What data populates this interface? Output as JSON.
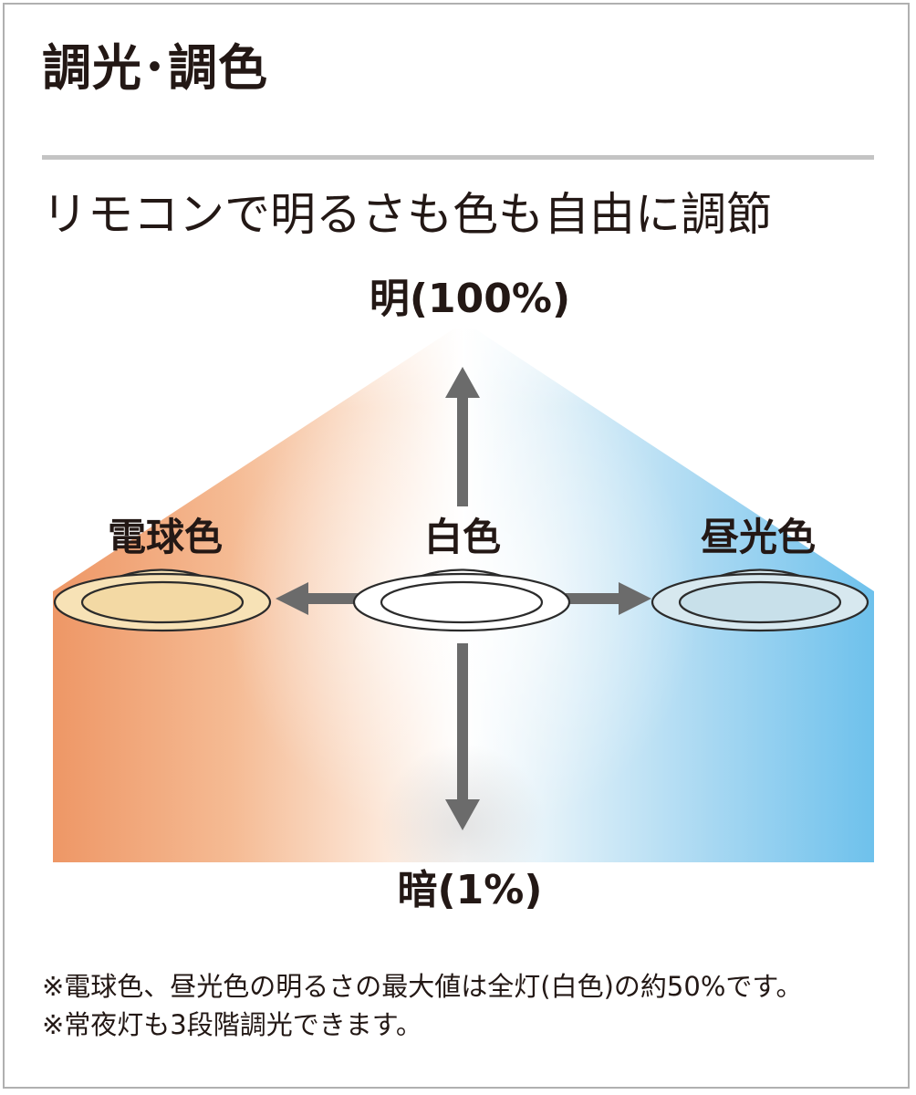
{
  "title": "調光･調色",
  "subtitle": "リモコンで明るさも色も自由に調節",
  "diagram": {
    "bright_label": "明(100%)",
    "dark_label": "暗(1%)",
    "modes": {
      "warm": "電球色",
      "white": "白色",
      "daylight": "昼光色"
    },
    "colors": {
      "warm": "#ee9766",
      "white": "#ffffff",
      "daylight": "#6ec1ec",
      "arrow": "#6b6b6b",
      "text": "#231815"
    }
  },
  "notes": [
    "※電球色、昼光色の明るさの最大値は全灯(白色)の約50%です。",
    "※常夜灯も3段階調光できます。"
  ]
}
